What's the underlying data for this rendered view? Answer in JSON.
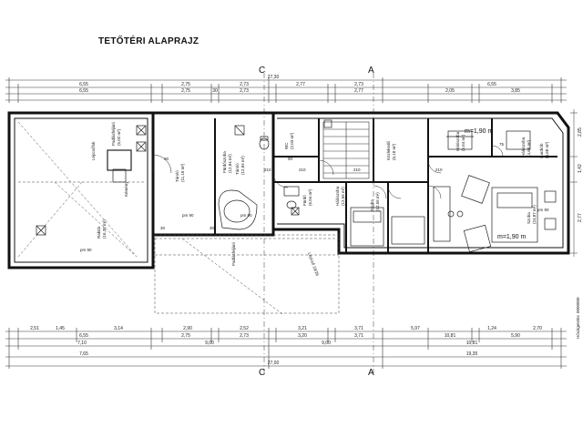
{
  "title": "TETŐTÉRI ALAPRAJZ",
  "section_marks": {
    "c": "C",
    "a": "A"
  },
  "dims": {
    "top_total": "27,30",
    "bottom_total": "27,00",
    "bottom_mid": "19,35",
    "top_row": [
      "6,55",
      "2,75",
      "2,73",
      "2,77",
      "2,73",
      "6,55"
    ],
    "top_row2": [
      "6,55",
      "2,75",
      "30",
      "2,73",
      "2,77",
      "2,05",
      "3,85"
    ],
    "bottom_row1": [
      "2,51",
      "1,45",
      "3,14",
      "2,90",
      "2,52",
      "3,21",
      "3,71",
      "5,97",
      "1,24",
      "2,70"
    ],
    "bottom_row2": [
      "6,55",
      "2,75",
      "2,73",
      "3,20",
      "3,71",
      "10,81",
      "5,90"
    ],
    "bottom_row3": [
      "7,10",
      "9,00",
      "9,00",
      "10,81"
    ],
    "bottom_row4": [
      "7,65",
      "27,00",
      "19,35"
    ],
    "right_side": [
      "2,85",
      "1,42",
      "2,77"
    ]
  },
  "rooms": [
    {
      "id": "padlasfeljaro",
      "label": "Padlásfeljáró",
      "area": "(5,02 m²)"
    },
    {
      "id": "tarolo1",
      "label": "Tároló",
      "area": "(11,18 m²)"
    },
    {
      "id": "tarolo2",
      "label": "Tároló",
      "area": "(12,84 m²)"
    },
    {
      "id": "furdoszoba",
      "label": "Fürdőszoba",
      "area": "(12,84 m²)"
    },
    {
      "id": "raktar",
      "label": "Raktár",
      "area": "(16,38 m²)"
    },
    {
      "id": "wc",
      "label": "WC",
      "area": "(2,03 m²)"
    },
    {
      "id": "kozlekedo",
      "label": "Közlekedő",
      "area": "(6,18 m²)"
    },
    {
      "id": "furdo",
      "label": "Fürdő",
      "area": "(6,04 m²)"
    },
    {
      "id": "halo1",
      "label": "Hálószoba",
      "area": "(12,56 m²)"
    },
    {
      "id": "halo2",
      "label": "Hálószoba",
      "area": "(5,64 m²)"
    },
    {
      "id": "halo3",
      "label": "Hálószoba",
      "area": "(4,68 m²)"
    },
    {
      "id": "gardrob",
      "label": "Gardrób",
      "area": "(4,68 m²)"
    },
    {
      "id": "szoba",
      "label": "Szoba",
      "area": "(12,56 m²)"
    },
    {
      "id": "szoba2",
      "label": "Szoba",
      "area": "(24,87 m²)"
    }
  ],
  "misc_labels": {
    "m_label1": "m=1,90 m",
    "m_label2": "m=1,90 m",
    "pm1": "pm 90",
    "pm2": "pm 90",
    "pm3": "pm 90",
    "pm4": "pm 90",
    "d210a": "210",
    "d210b": "210",
    "d210c": "210",
    "d210d": "210",
    "d90a": "90",
    "d90b": "90",
    "d75": "75",
    "d30a": "30",
    "d30b": "30",
    "side_label": "Hőszigetelés",
    "side_code": "0000000",
    "lepcso": "Lépcső 18/26",
    "padlas": "Padlásfeljáró",
    "kemeny": "Kémény",
    "szint": "Lépcsőfok"
  }
}
